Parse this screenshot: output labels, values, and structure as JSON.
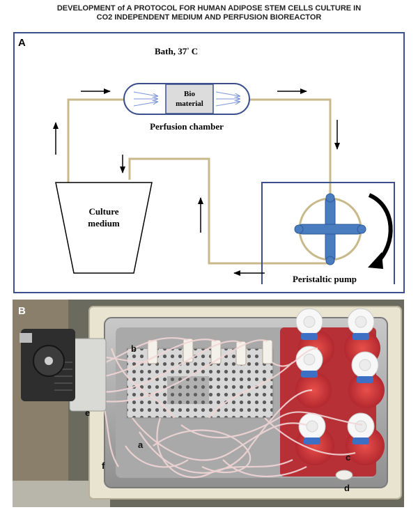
{
  "header": {
    "title_line1": "DEVELOPMENT of A PROTOCOL FOR HUMAN ADIPOSE STEM CELLS CULTURE IN",
    "title_line2": "CO2 INDEPENDENT MEDIUM AND PERFUSION BIOREACTOR"
  },
  "panel_a": {
    "label": "A",
    "bath_label": "Bath, 37",
    "bath_degree": "°",
    "bath_unit": " C",
    "chamber_line1": "Bio",
    "chamber_line2": "material",
    "chamber_label": "Perfusion chamber",
    "medium_line1": "Culture",
    "medium_line2": "medium",
    "pump_label": "Peristaltic pump"
  },
  "panel_b": {
    "label": "B",
    "markers": {
      "a": "a",
      "b": "b",
      "c": "c",
      "d": "d",
      "e": "e",
      "f": "f"
    }
  },
  "colors": {
    "frame": "#3a4f8c",
    "tubing": "#c8b98a",
    "pump_rotor": "#4a7cc0",
    "arrow": "#000000"
  }
}
